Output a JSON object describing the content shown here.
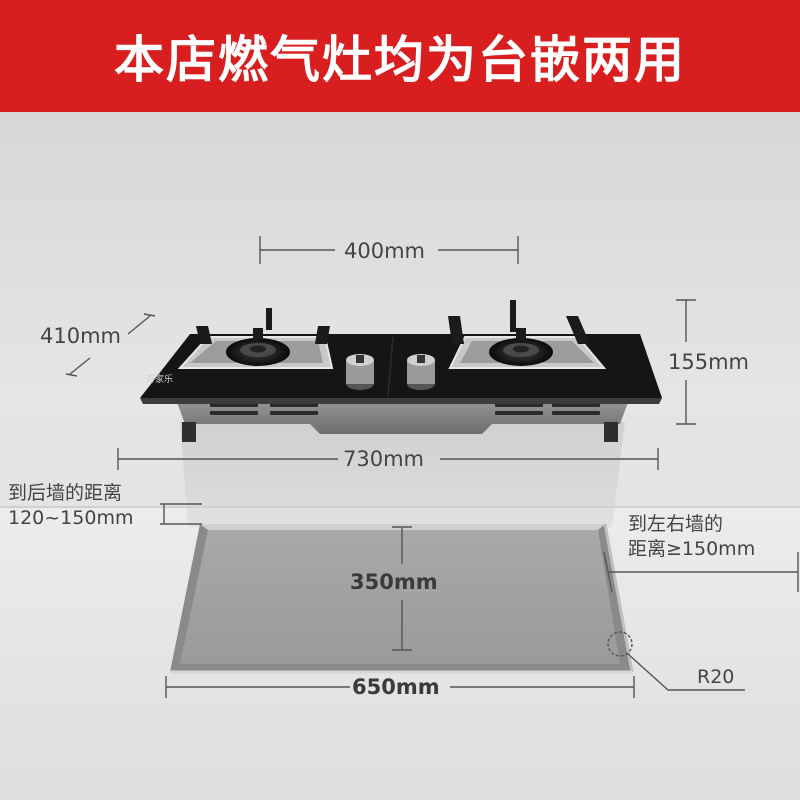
{
  "header": {
    "title": "本店燃气灶均为台嵌两用"
  },
  "stove": {
    "brand": "万家乐"
  },
  "dimensions": {
    "burner_spacing": "400mm",
    "depth": "410mm",
    "height": "155mm",
    "width": "730mm",
    "cutout_depth": "350mm",
    "cutout_width": "650mm",
    "corner_radius": "R20"
  },
  "notes": {
    "rear_wall_line1": "到后墙的距离",
    "rear_wall_line2": "120~150mm",
    "side_wall_line1": "到左右墙的",
    "side_wall_line2": "距离≥150mm"
  },
  "colors": {
    "banner": "#d81e1e",
    "glass": "#151515",
    "countertop": "#e9e9e9",
    "dimension_line": "#555555"
  }
}
